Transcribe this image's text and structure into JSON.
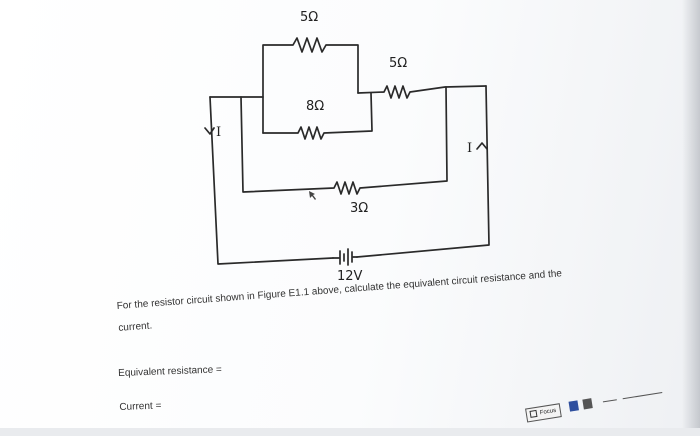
{
  "circuit": {
    "resistors": [
      {
        "id": "r-top",
        "label": "5Ω"
      },
      {
        "id": "r-right",
        "label": "5Ω"
      },
      {
        "id": "r-mid",
        "label": "8Ω"
      },
      {
        "id": "r-bottom",
        "label": "3Ω"
      }
    ],
    "battery_label": "12V",
    "current_left": "I",
    "current_right": "I"
  },
  "question": {
    "line1": "For the resistor circuit shown in Figure E1.1 above, calculate the equivalent circuit resistance and the",
    "line2": "current.",
    "equivalent_label": "Equivalent resistance =",
    "current_label": "Current ="
  },
  "taskbar": {
    "focus_label": "Focus"
  }
}
